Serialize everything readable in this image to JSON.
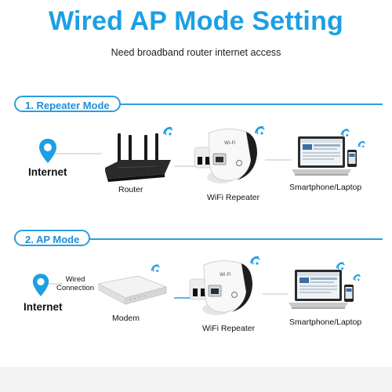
{
  "title": "Wired AP Mode Setting",
  "subtitle": "Need broadband router internet access",
  "colors": {
    "accent": "#1d9fe3",
    "line": "#2a9fe0"
  },
  "repeater_mode": {
    "header": "1. Repeater Mode",
    "internet_label": "Internet",
    "router_label": "Router",
    "repeater_label": "WiFi Repeater",
    "devices_label": "Smartphone/Laptop"
  },
  "ap_mode": {
    "header": "2. AP Mode",
    "internet_label": "Internet",
    "connection_label": "Wired Connection",
    "modem_label": "Modem",
    "repeater_label": "WiFi Repeater",
    "devices_label": "Smartphone/Laptop"
  },
  "icons": [
    "location-pin-icon",
    "wifi-icon",
    "router-device",
    "wifi-repeater-device",
    "laptop-device",
    "smartphone-device",
    "modem-device"
  ]
}
